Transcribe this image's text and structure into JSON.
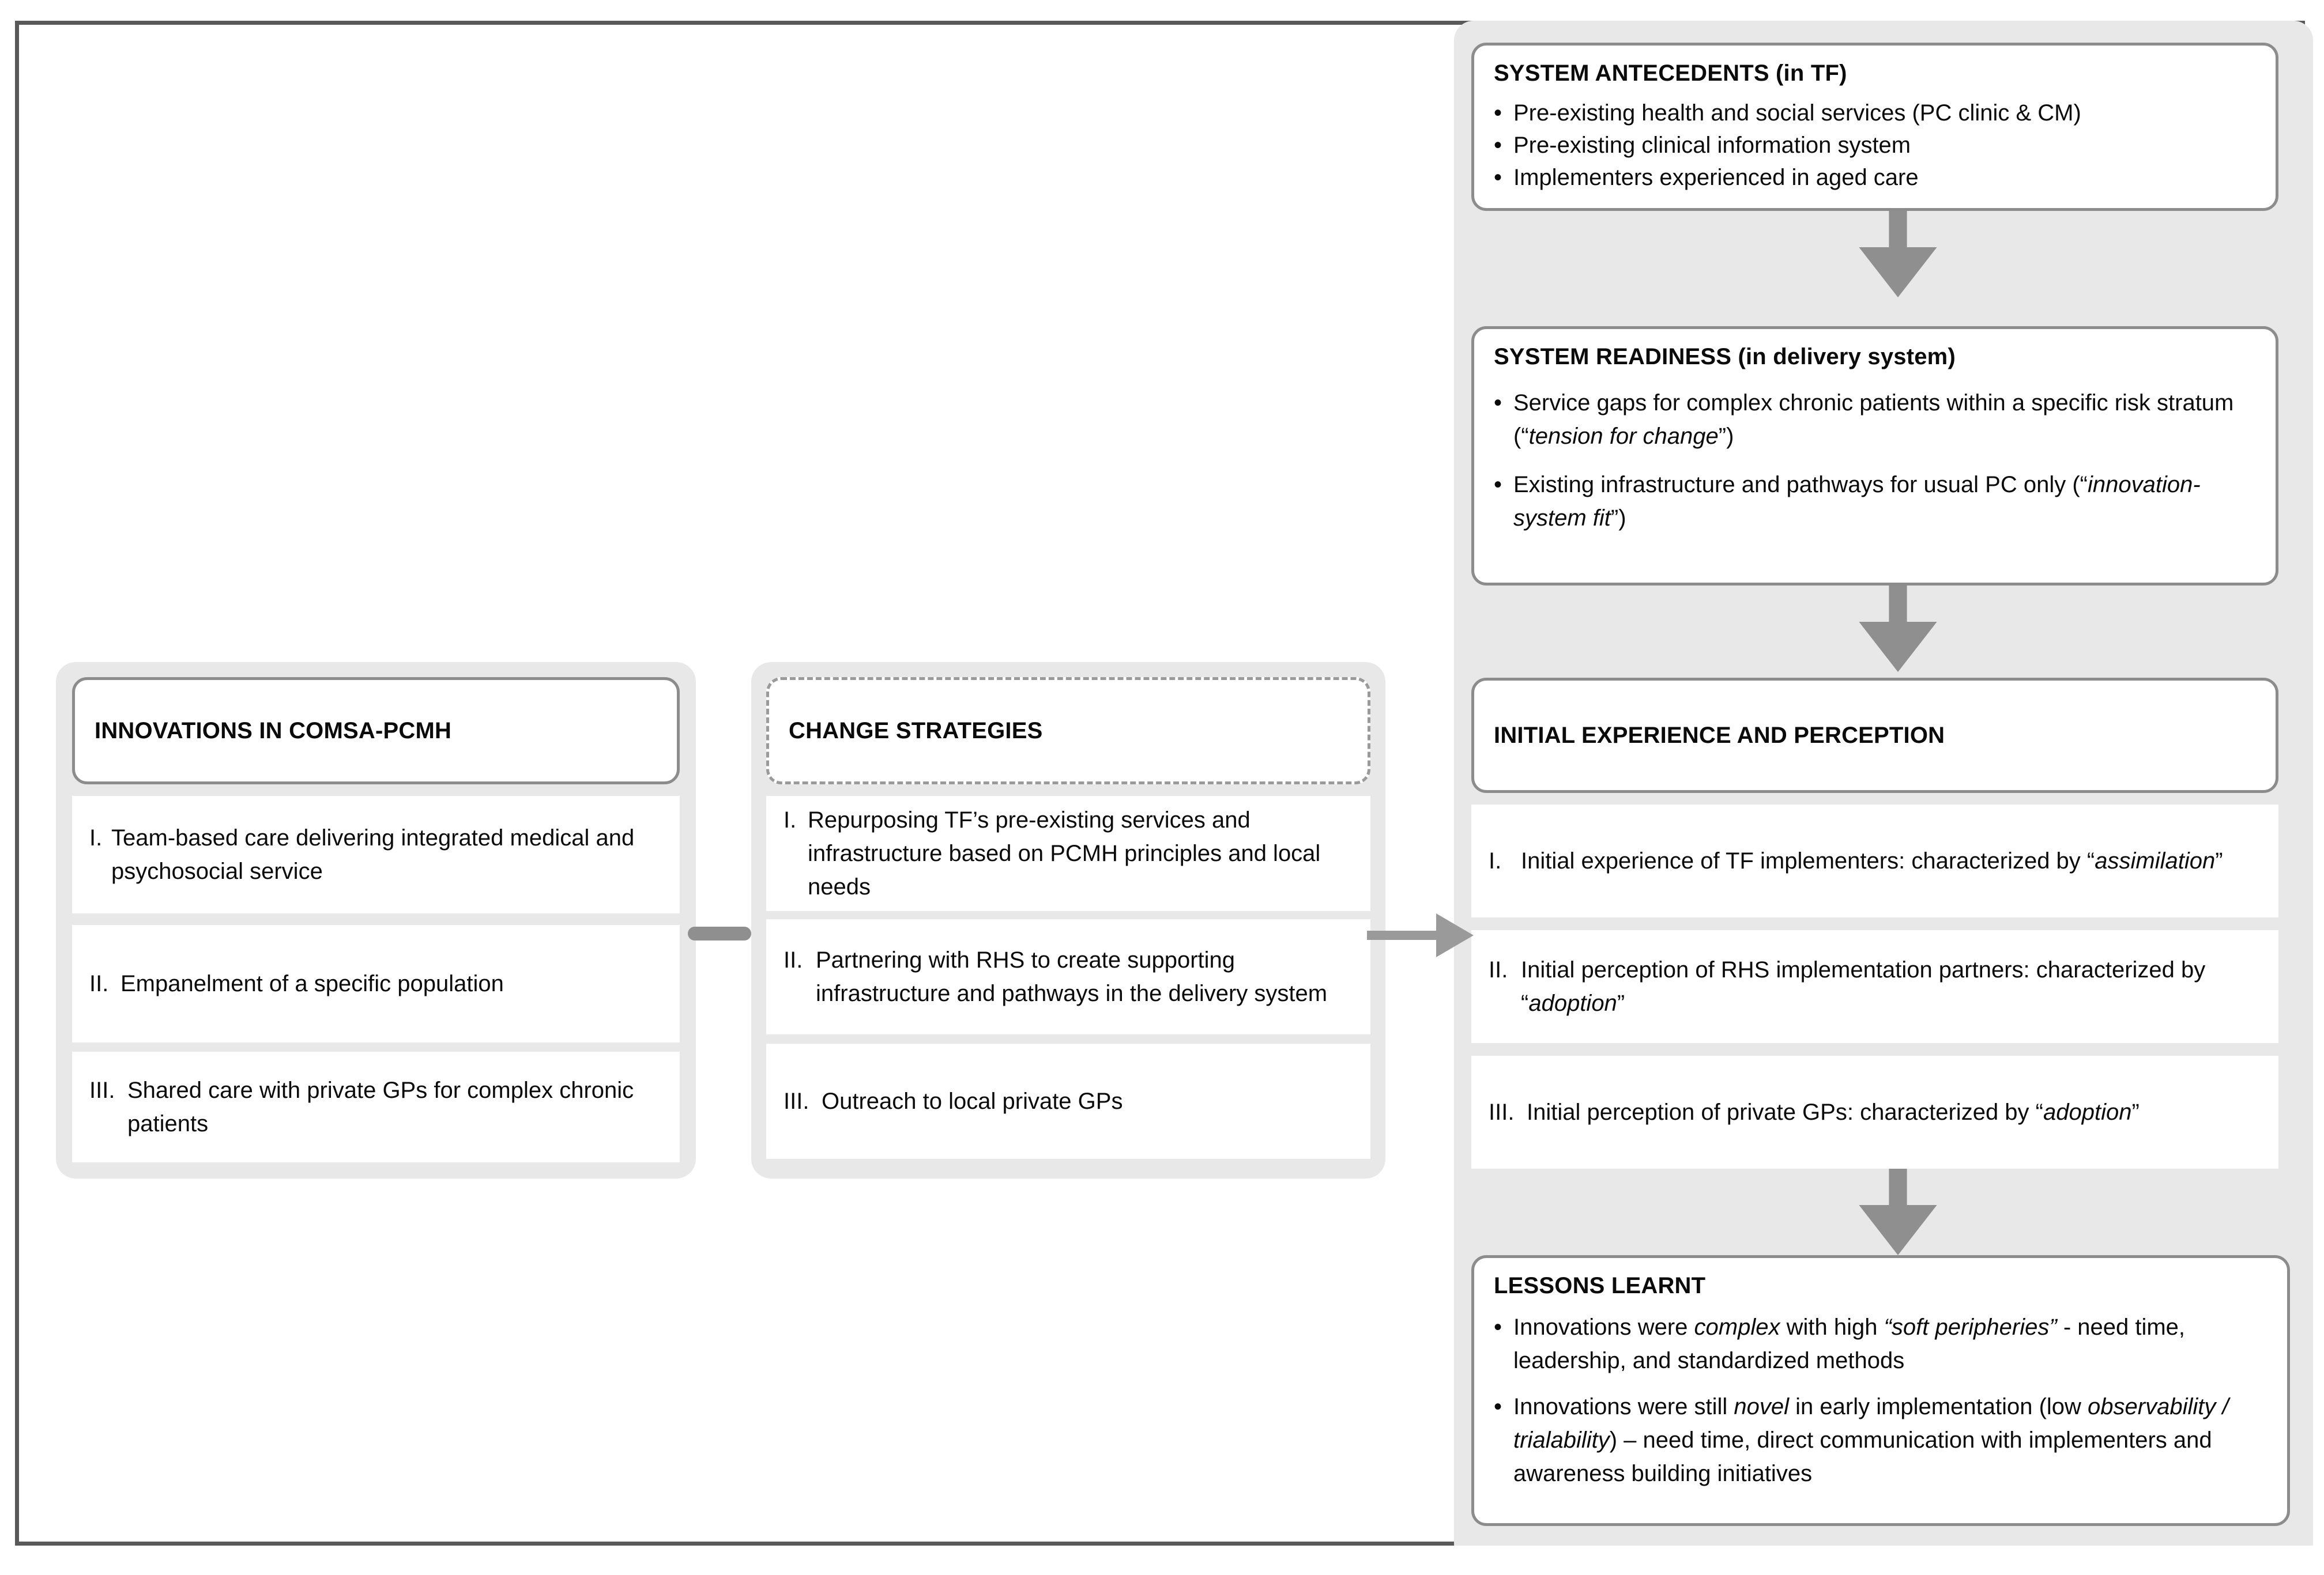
{
  "figure": {
    "type": "flow-diagram",
    "frame_border_color": "#595959",
    "panel_bg": "#e8e8e8",
    "box_border_color": "#8c8c8c",
    "arrow_color": "#8f8f8f",
    "text_color": "#0b0b0b"
  },
  "innovations": {
    "title": "INNOVATIONS IN COMSA-PCMH",
    "items": [
      {
        "num": "I.",
        "text": "Team-based care delivering integrated medical and psychosocial service"
      },
      {
        "num": "II.",
        "text": "Empanelment of a specific population"
      },
      {
        "num": "III.",
        "text": "Shared care with private GPs for complex chronic patients"
      }
    ]
  },
  "change_strategies": {
    "title": "CHANGE STRATEGIES",
    "items": [
      {
        "num": "I.",
        "text": "Repurposing TF’s pre-existing services and infrastructure based on PCMH principles and local needs"
      },
      {
        "num": "II.",
        "text": "Partnering with RHS to create supporting infrastructure and pathways in the delivery system"
      },
      {
        "num": "III.",
        "text": "Outreach to local private GPs"
      }
    ]
  },
  "system_antecedents": {
    "title": "SYSTEM ANTECEDENTS (in TF)",
    "bullets": [
      "Pre-existing health and social services (PC clinic & CM)",
      "Pre-existing clinical information system",
      "Implementers experienced in aged care"
    ]
  },
  "system_readiness": {
    "title": "SYSTEM READINESS (in delivery system)",
    "bullets": [
      {
        "pre": "Service gaps for complex chronic patients within a specific risk stratum (“",
        "em": "tension for change",
        "post": "”)"
      },
      {
        "pre": "Existing infrastructure and pathways for usual PC only (“",
        "em": "innovation-system fit",
        "post": "”)"
      }
    ]
  },
  "initial_experience": {
    "title": "INITIAL EXPERIENCE AND PERCEPTION",
    "items": [
      {
        "num": "I.",
        "pre": "Initial experience of TF implementers: characterized by “",
        "em": "assimilation",
        "post": "”"
      },
      {
        "num": "II.",
        "pre": "Initial perception of RHS implementation partners: characterized by “",
        "em": "adoption",
        "post": "”"
      },
      {
        "num": "III.",
        "pre": "Initial perception of private GPs: characterized by “",
        "em": "adoption",
        "post": "”"
      }
    ]
  },
  "lessons_learnt": {
    "title": "LESSONS LEARNT",
    "bullets": [
      {
        "p1": "Innovations were ",
        "e1": "complex",
        "p2": " with high ",
        "e2": "“soft peripheries”",
        "p3": " - need time, leadership, and standardized methods"
      },
      {
        "p1": "Innovations were still ",
        "e1": "novel",
        "p2": " in early implementation (low ",
        "e2": "observability / trialability",
        "p3": ") – need time, direct communication with implementers and awareness building initiatives"
      }
    ]
  },
  "connectors": {
    "innovations_to_strategies": "link-bar",
    "strategies_to_experience": "arrow-right",
    "antecedents_to_readiness": "arrow-down",
    "readiness_to_experience": "arrow-down",
    "experience_to_lessons": "arrow-down"
  }
}
